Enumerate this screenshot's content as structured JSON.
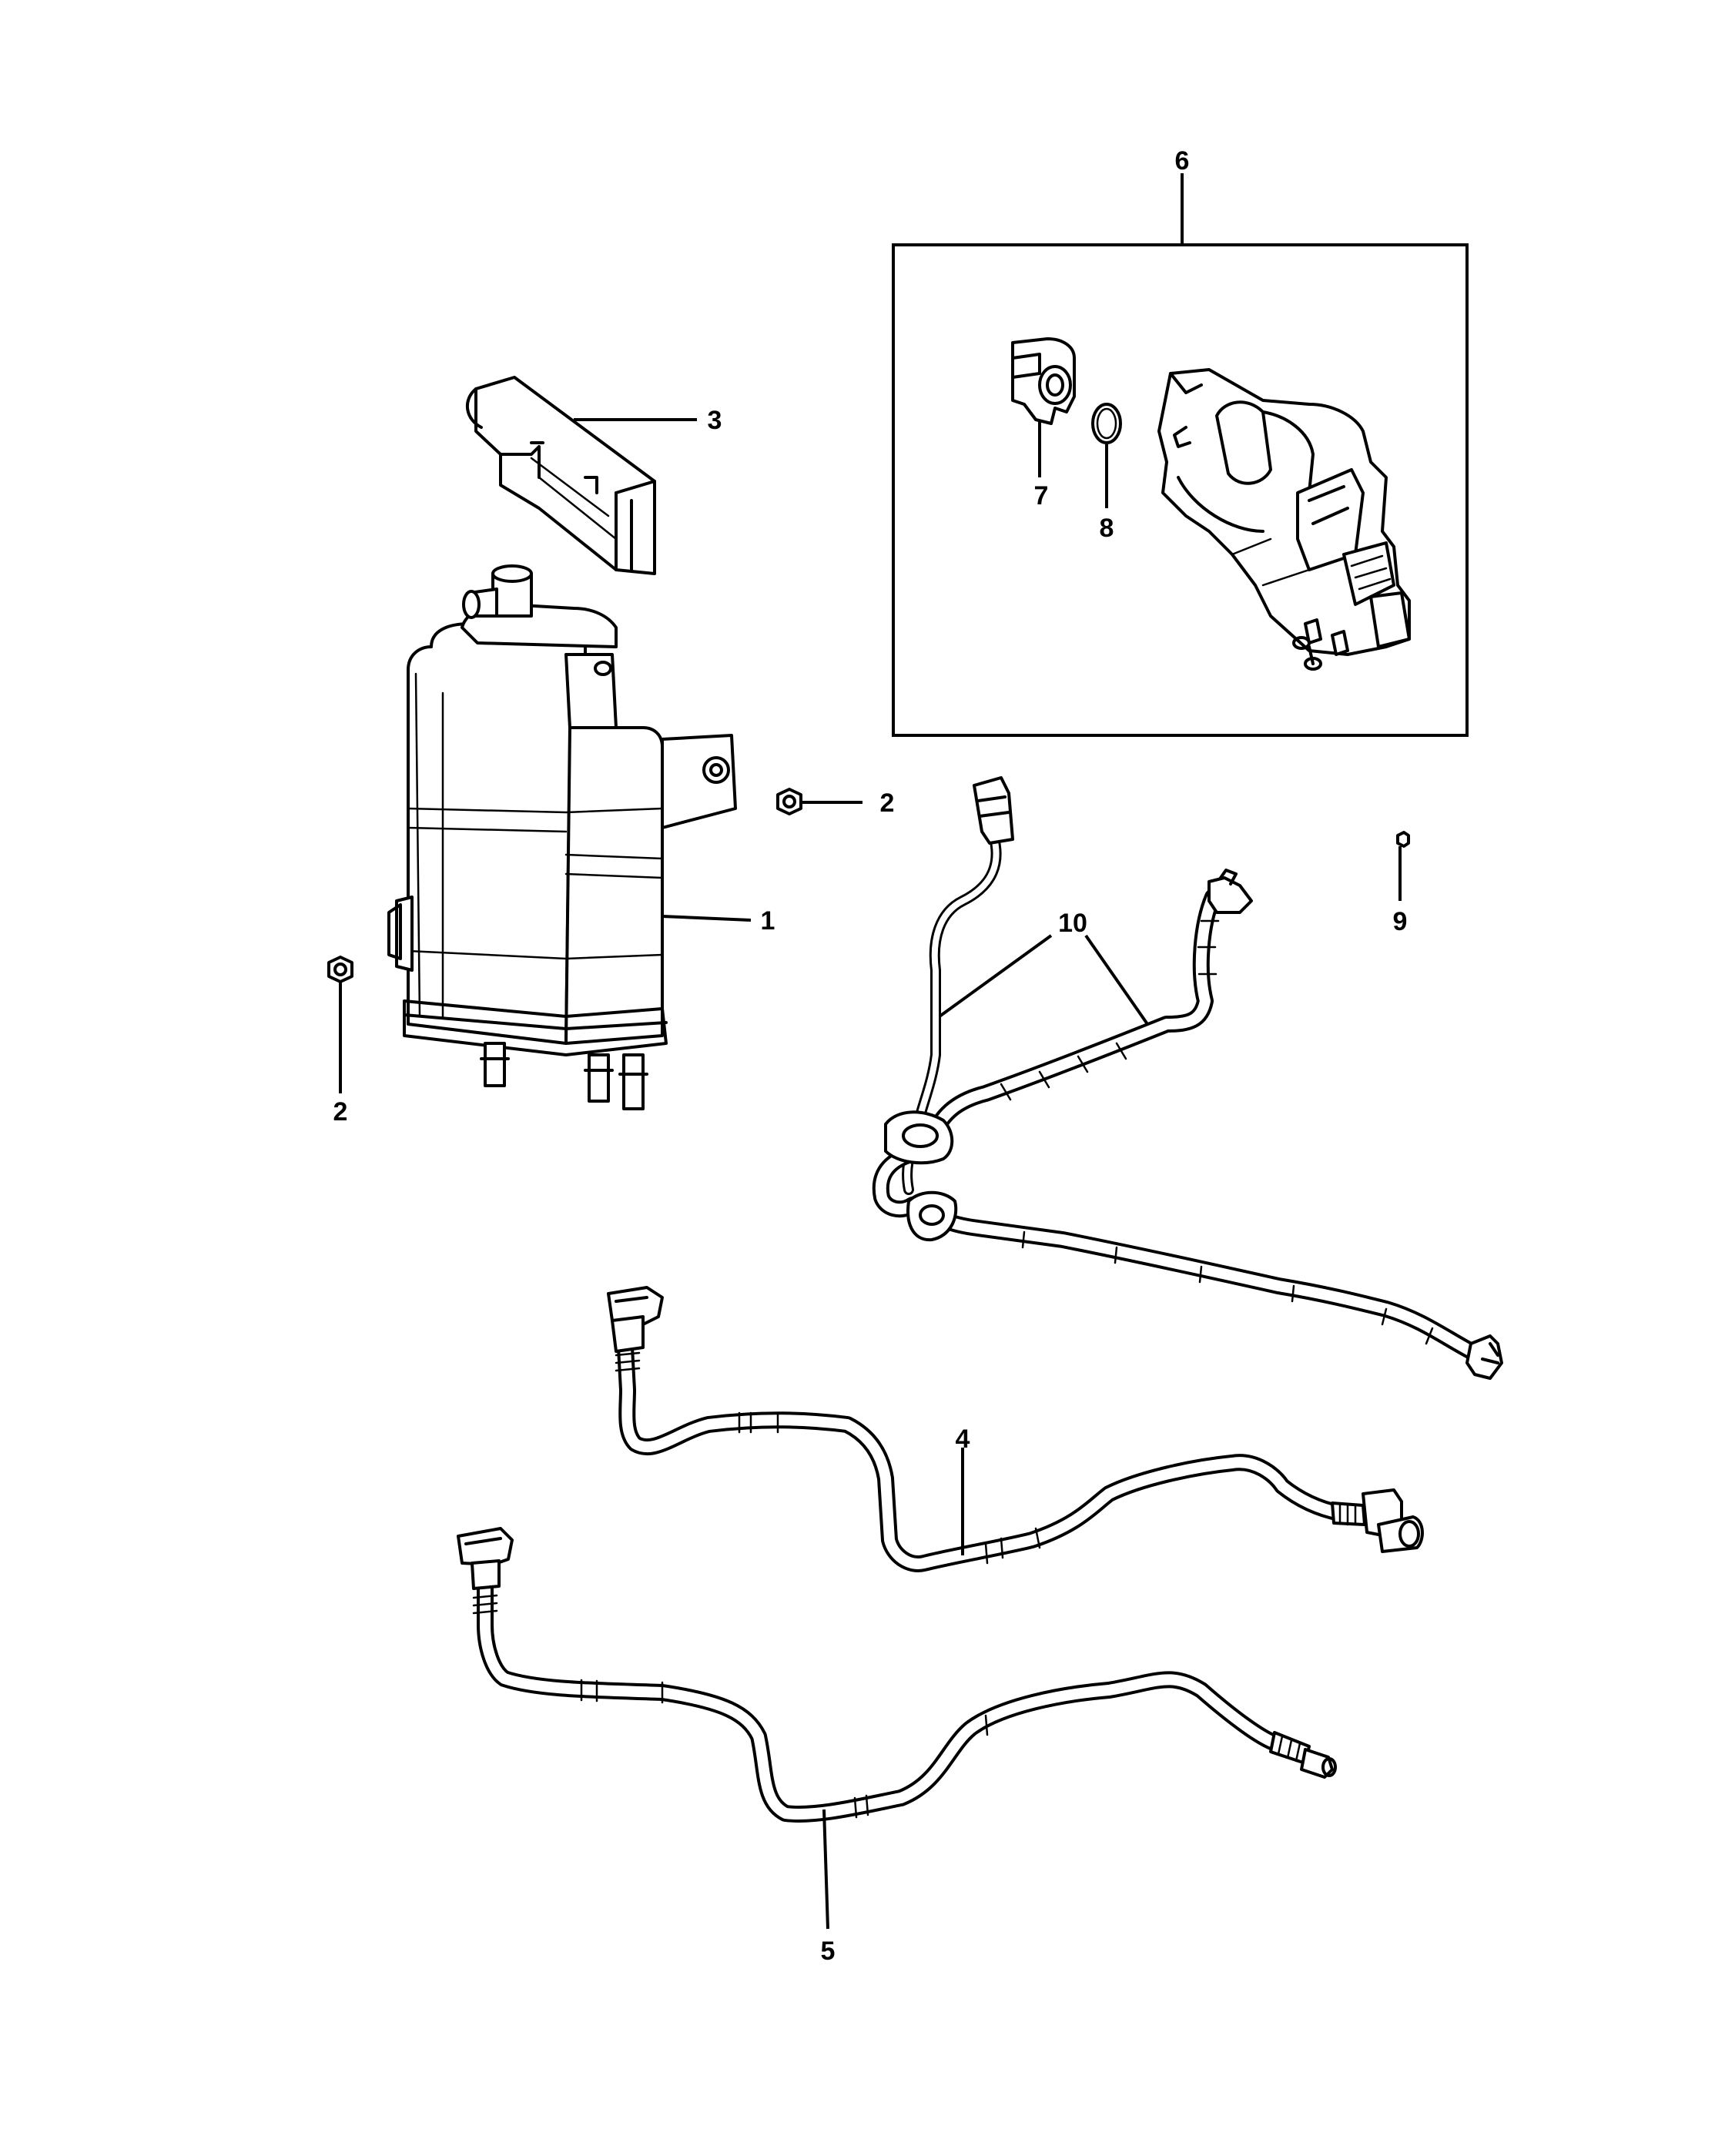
{
  "diagram": {
    "callouts": {
      "c1": "1",
      "c2a": "2",
      "c2b": "2",
      "c3": "3",
      "c4": "4",
      "c5": "5",
      "c6": "6",
      "c7": "7",
      "c8": "8",
      "c9": "9",
      "c10": "10"
    }
  }
}
